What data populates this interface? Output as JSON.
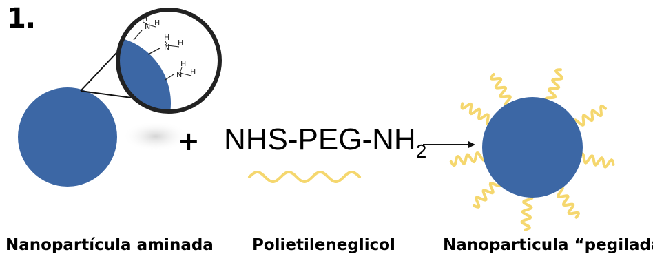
{
  "step_number": "1.",
  "plus": "+",
  "formula": {
    "main": "NHS-PEG-NH",
    "subscript": "2"
  },
  "amine_atoms": {
    "nitrogen": "N",
    "hydrogen": "H"
  },
  "captions": {
    "aminated": "Nanopartícula aminada",
    "peg": "Polietileneglicol",
    "pegylated": "Nanoparticula “pegilada ”"
  },
  "colors": {
    "nanoparticle": "#3c67a5",
    "peg_chain": "#f5d76e",
    "zoom_outline": "#222222"
  }
}
